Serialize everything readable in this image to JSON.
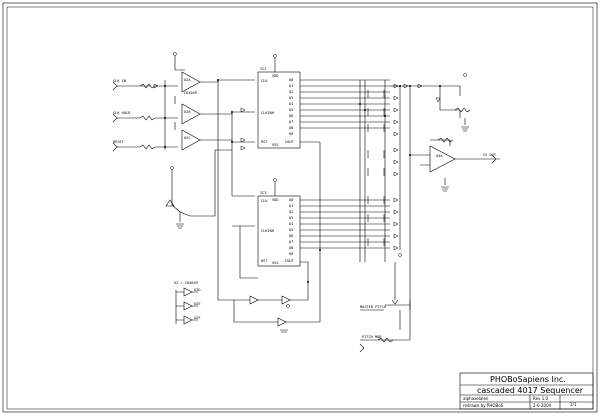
{
  "title_block": {
    "company": "PHOBoSapiens Inc.",
    "title": "cascaded 4017 Sequencer",
    "rev": "Rev 1.0",
    "date": "2-6-2004",
    "sheet": "1/1",
    "credit_1": "alphaxelalen",
    "credit_2": "redrawn by PHOBoS"
  },
  "inputs": {
    "clk_in": "CLK IN",
    "clk_hold": "CLK HOLD",
    "reset": "RESET"
  },
  "chips": {
    "u1_label": "U2A",
    "u1_sub": "CD4049",
    "u2_label": "U2B",
    "u3_label": "U2C",
    "ic_top": "IC2",
    "ic_bottom": "IC3",
    "pin_clk": "CLK",
    "pin_clkinh": "CLKINH",
    "pin_rst": "RST",
    "pin_vdd": "VDD",
    "pin_vss": "VSS",
    "pin_cout": "COUT",
    "out_pins": [
      "Q0",
      "Q1",
      "Q2",
      "Q3",
      "Q4",
      "Q5",
      "Q6",
      "Q7",
      "Q8",
      "Q9"
    ],
    "opamp": "U4A",
    "inverter_note": "U2 = CD4049",
    "inv_d": "U2D",
    "inv_e": "U2E",
    "inv_f": "U2F"
  },
  "outputs": {
    "cv_out": "CV OUT",
    "master_pitch": "MASTER PITCH",
    "pitch_mod": "PITCH MOD"
  }
}
